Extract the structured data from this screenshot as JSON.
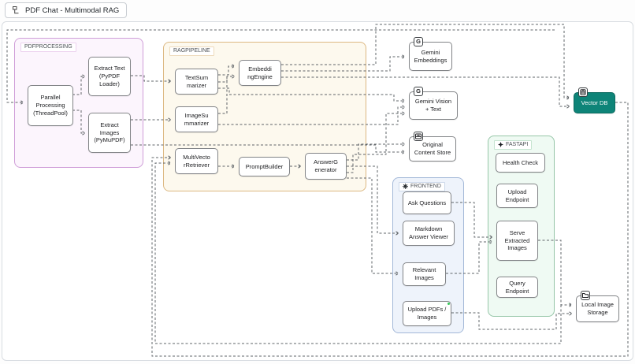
{
  "tab": {
    "label": "PDF Chat - Multimodal RAG"
  },
  "groups": {
    "pdfprocessing": {
      "label": "PDFPROCESSING",
      "border": "#cf9ed8",
      "fill": "#fcf5fd"
    },
    "ragpipeline": {
      "label": "RAGPIPELINE",
      "border": "#dcb882",
      "fill": "#fdf9ee"
    },
    "frontend": {
      "label": "FRONTEND",
      "border": "#a3b8d8",
      "fill": "#eef3fb",
      "icon": "gear-icon"
    },
    "fastapi": {
      "label": "FASTAPI",
      "border": "#96c6a8",
      "fill": "#effaf3",
      "icon": "spark-icon"
    }
  },
  "nodes": {
    "parallel_processing": {
      "label": "Parallel\nProcessing\n(ThreadPool)",
      "group": "pdfprocessing"
    },
    "extract_text": {
      "label": "Extract Text\n(PyPDF\nLoader)",
      "group": "pdfprocessing"
    },
    "extract_images": {
      "label": "Extract\nImages\n(PyMuPDF)",
      "group": "pdfprocessing"
    },
    "textsummarizer": {
      "label": "TextSum\nmarizer",
      "group": "ragpipeline"
    },
    "embedding_engine": {
      "label": "Embeddi\nngEngine",
      "group": "ragpipeline"
    },
    "imagesummarizer": {
      "label": "ImageSu\nmmarizer",
      "group": "ragpipeline"
    },
    "multivector_retriever": {
      "label": "MultiVecto\nrRetriever",
      "group": "ragpipeline"
    },
    "promptbuilder": {
      "label": "PromptBuilder",
      "group": "ragpipeline"
    },
    "answer_generator": {
      "label": "AnswerG\nenerator",
      "group": "ragpipeline"
    },
    "gemini_embeddings": {
      "label": "Gemini\nEmbeddings",
      "badge": "G"
    },
    "gemini_vision": {
      "label": "Gemini Vision\n+ Text",
      "badge": "G"
    },
    "original_content_store": {
      "label": "Original\nContent Store",
      "badge": "storage"
    },
    "ask_questions": {
      "label": "Ask Questions",
      "group": "frontend"
    },
    "markdown_answer_viewer": {
      "label": "Markdown\nAnswer Viewer",
      "group": "frontend"
    },
    "relevant_images": {
      "label": "Relevant\nImages",
      "group": "frontend"
    },
    "upload_pdfs": {
      "label": "Upload PDFs /\nImages",
      "group": "frontend"
    },
    "health_check": {
      "label": "Health Check",
      "group": "fastapi"
    },
    "upload_endpoint": {
      "label": "Upload\nEndpoint",
      "group": "fastapi"
    },
    "serve_extracted_images": {
      "label": "Serve\nExtracted\nImages",
      "group": "fastapi"
    },
    "query_endpoint": {
      "label": "Query\nEndpoint",
      "group": "fastapi"
    },
    "vector_db": {
      "label": "Vector DB",
      "badge": "database",
      "fill": "#0e8478"
    },
    "local_image_storage": {
      "label": "Local Image\nStorage",
      "badge": "folder"
    }
  },
  "icons": {
    "gemini_badge": "G"
  },
  "colors": {
    "vector_db": "#0e8478",
    "edge": "#5f6468",
    "notification_dot": "#34c759",
    "pdfprocessing_border": "#cf9ed8",
    "ragpipeline_border": "#dcb882",
    "frontend_border": "#a3b8d8",
    "fastapi_border": "#96c6a8"
  }
}
